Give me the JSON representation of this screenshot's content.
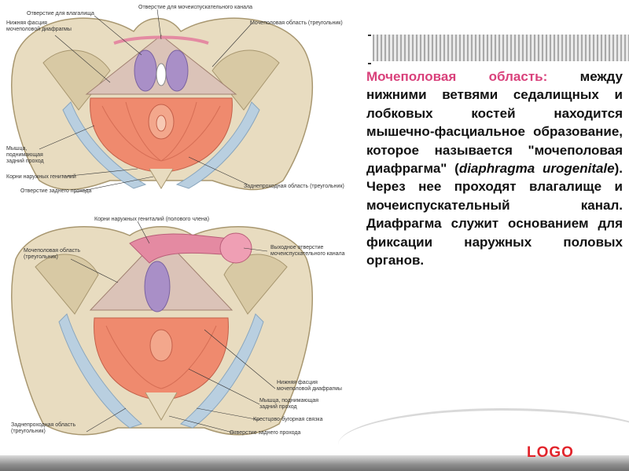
{
  "figure": {
    "top_labels": {
      "vaginal_opening": "Отверстие для влагалища",
      "urethral_opening": "Отверстие для мочеиспускательного канала",
      "lower_fascia": "Нижняя фасция\nмочеполовой диафрагмы",
      "urogenital_area": "Мочеполовая область (треугольник)",
      "levator_ani": "Мышца,\nподнимающая\nзадний проход",
      "genital_roots": "Корни наружных гениталий",
      "anal_opening": "Отверстие заднего прохода",
      "anal_area": "Заднепроходная область (треугольник)"
    },
    "bottom_labels": {
      "genital_roots": "Корни наружных гениталий (полового члена)",
      "urogenital_area": "Мочеполовая область\n(треугольник)",
      "urethral_outlet": "Выходное отверстие\nмочеиспускательного канала",
      "lower_fascia": "Нижняя фасция\nмочеполовой диафрагмы",
      "levator_ani": "Мышца, поднимающая\nзадний проход",
      "sacrotuberous": "Крестцово-бугорная связка",
      "anal_area": "Заднепроходная область\n(треугольник)",
      "anal_opening": "Отверстие заднего прохода"
    }
  },
  "text": {
    "term": "Мочеполовая область:",
    "body1": " между нижними ветвями седалищных и лобковых костей находится мышечно-фасциальное образование, которое называется \"мочеполовая диафрагма\" (",
    "latin": "diaphragma urogenitale",
    "body2": "). Через нее проходят влагалище и мочеиспускательный канал. Диафрагма служит основанием для фиксации наружных половых органов."
  },
  "footer": {
    "logo": "LOGO"
  },
  "colors": {
    "accent": "#d9417b",
    "logo": "#e2242b"
  }
}
